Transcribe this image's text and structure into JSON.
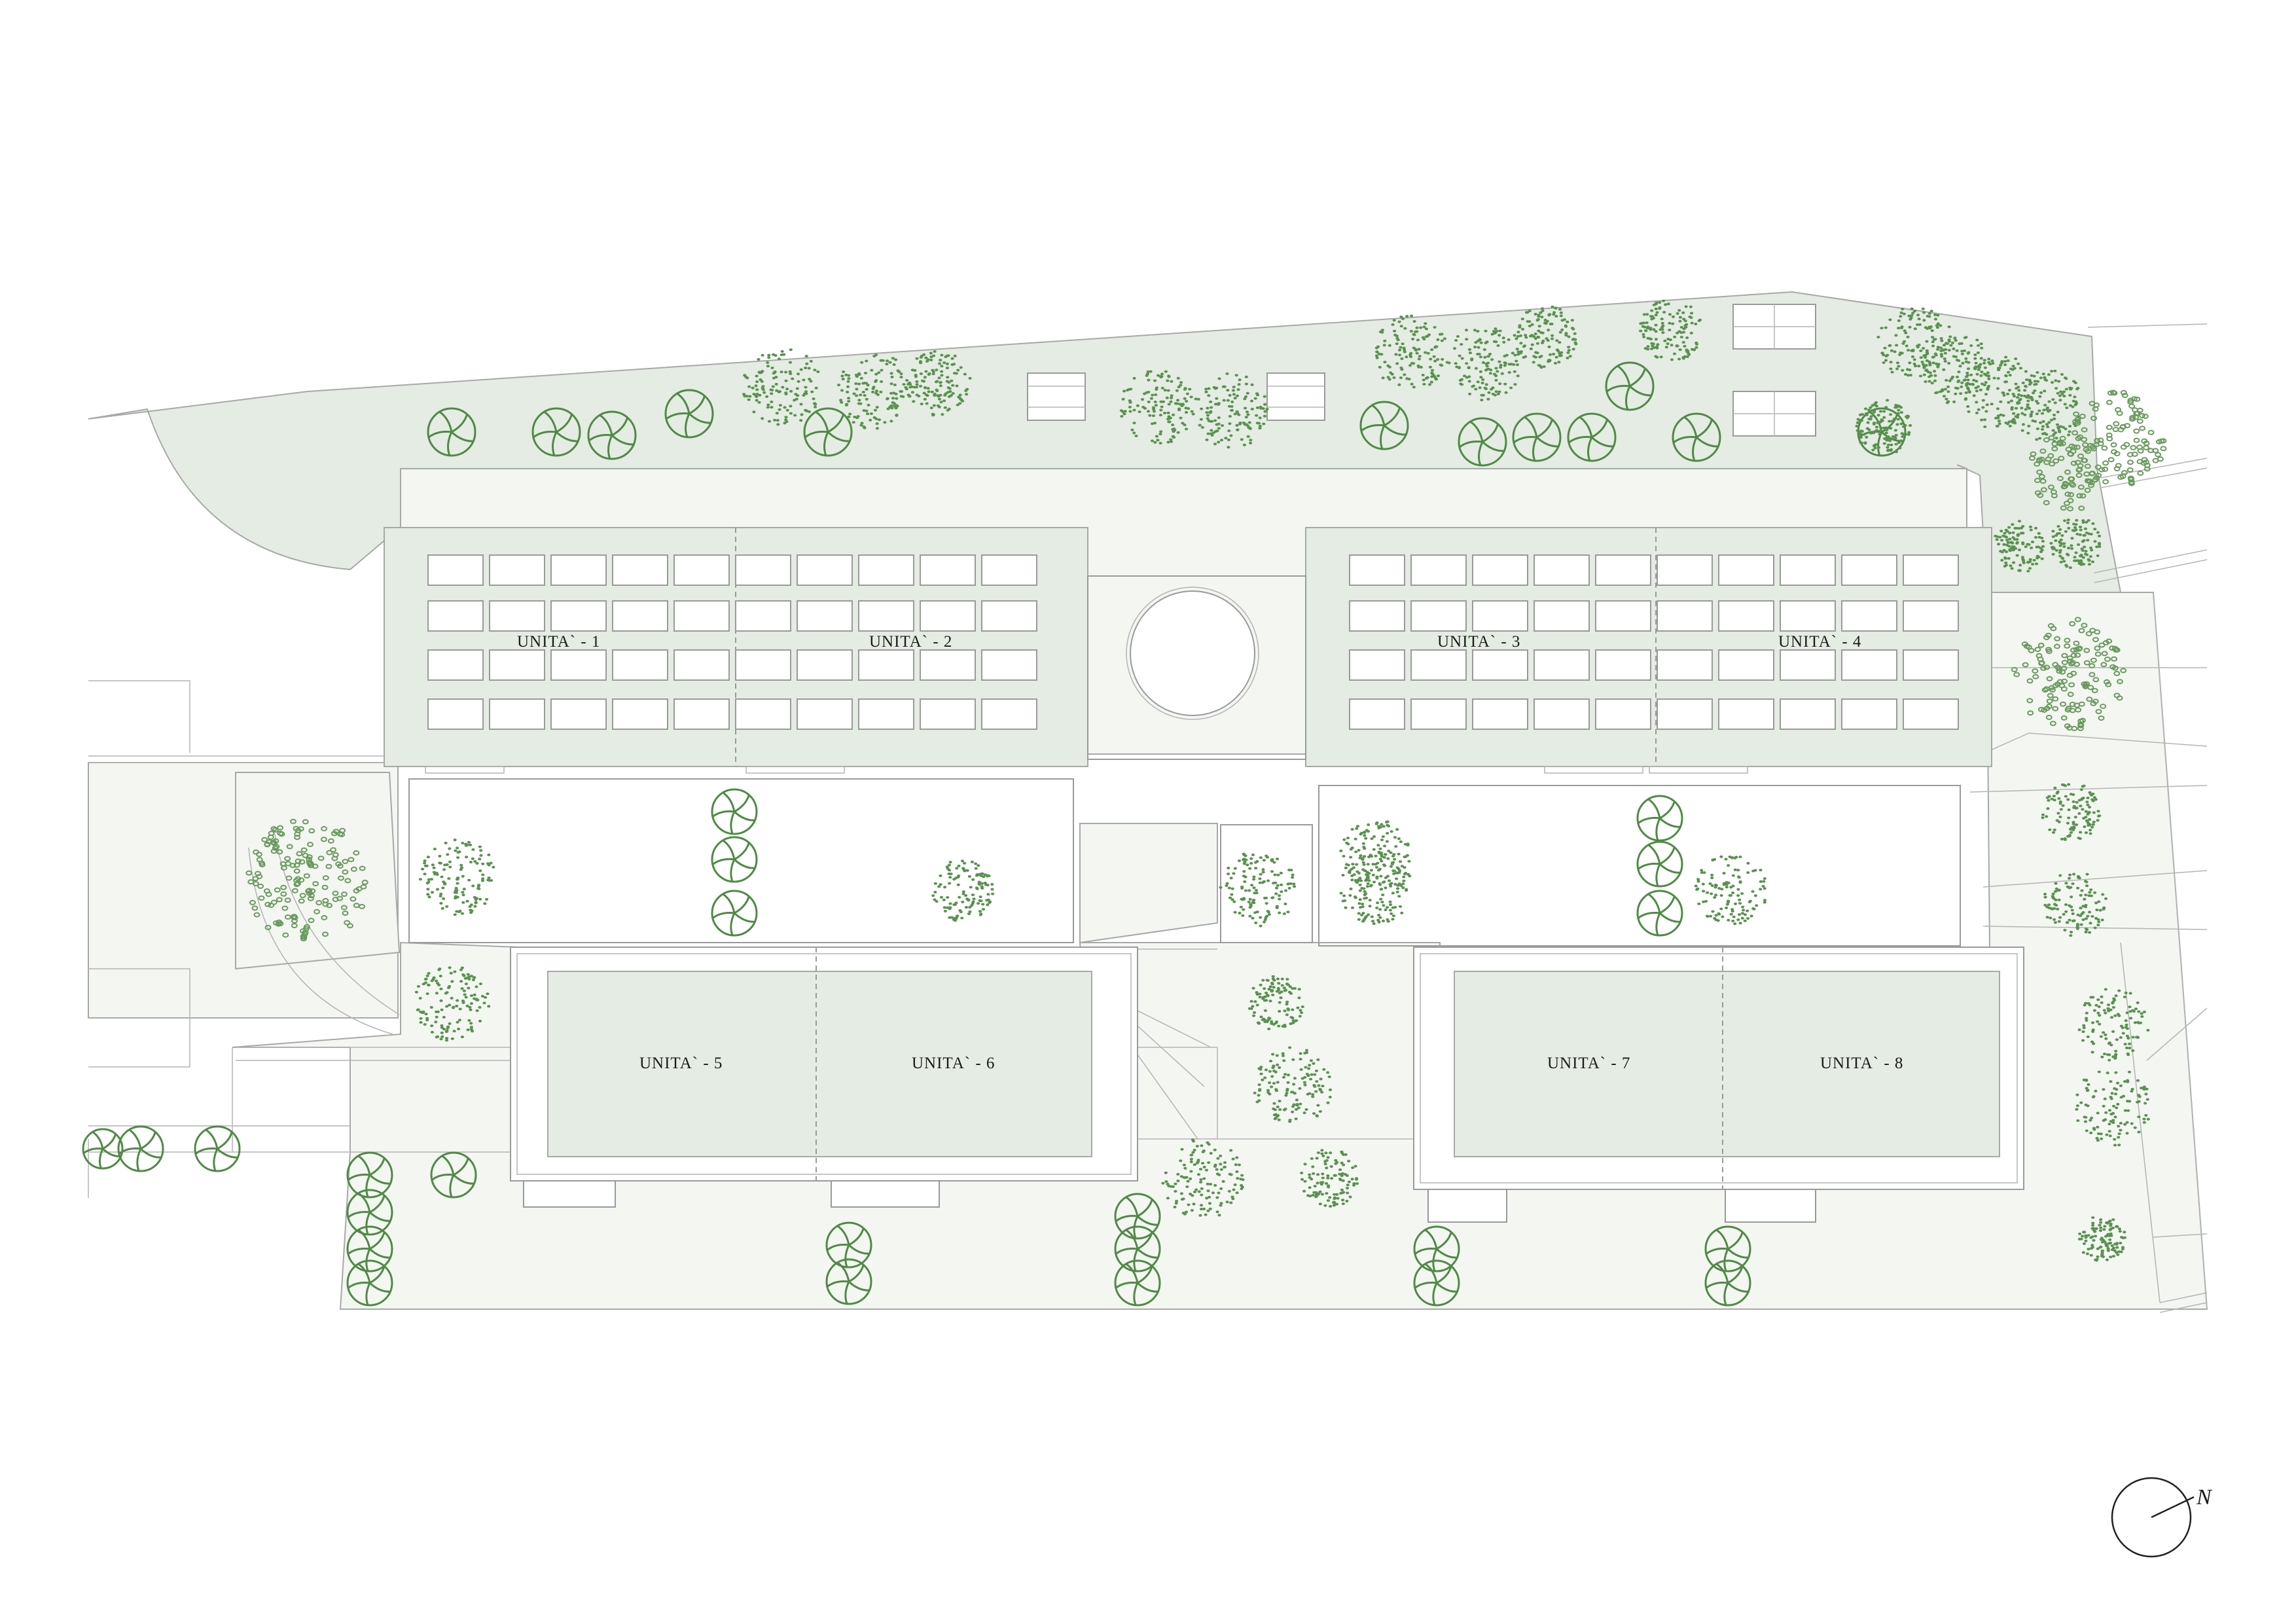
{
  "site_plan": {
    "units": [
      {
        "id": "u1",
        "label": "UNITA` - 1"
      },
      {
        "id": "u2",
        "label": "UNITA` - 2"
      },
      {
        "id": "u3",
        "label": "UNITA` - 3"
      },
      {
        "id": "u4",
        "label": "UNITA` - 4"
      },
      {
        "id": "u5",
        "label": "UNITA` - 5"
      },
      {
        "id": "u6",
        "label": "UNITA` - 6"
      },
      {
        "id": "u7",
        "label": "UNITA` - 7"
      },
      {
        "id": "u8",
        "label": "UNITA` - 8"
      }
    ],
    "north_arrow": {
      "label": "N"
    },
    "colors": {
      "garden_green": "#e5ece3",
      "paving_light": "#f4f6f2",
      "tree_green": "#4f8a45",
      "line_grey": "#9a9a9a"
    },
    "solar_panel_grid": {
      "rows": 4,
      "columns_per_block": 10
    }
  }
}
